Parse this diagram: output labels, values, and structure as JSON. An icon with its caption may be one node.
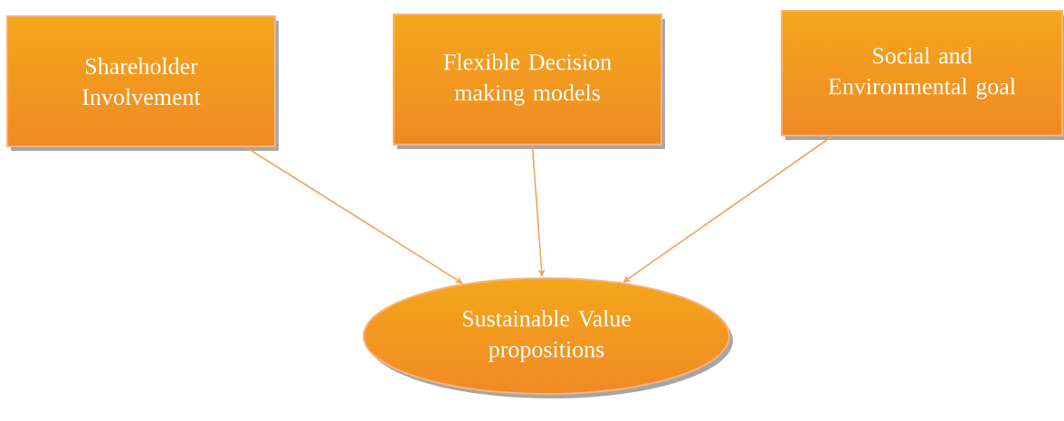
{
  "diagram": {
    "nodes": [
      {
        "text": [
          "Shareholder Involvement"
        ]
      },
      {
        "text": [
          "Flexible Decision making models"
        ]
      },
      {
        "text": [
          "Social and Environmental goal"
        ]
      },
      {
        "text": [
          "Sustainable Value propositions"
        ]
      }
    ],
    "edges": [
      {
        "from": 0,
        "to": 3,
        "arrow": "to"
      },
      {
        "from": 1,
        "to": 3,
        "arrow": "to"
      },
      {
        "from": 2,
        "to": 3,
        "arrow": "to"
      }
    ]
  }
}
